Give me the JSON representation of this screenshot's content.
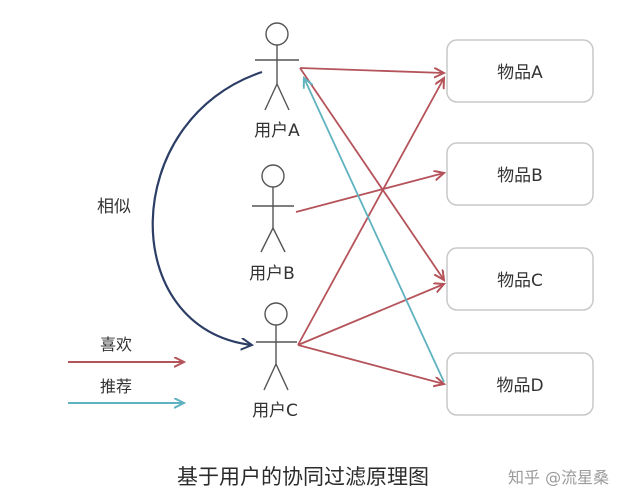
{
  "users": [
    {
      "label": "用户A"
    },
    {
      "label": "用户B"
    },
    {
      "label": "用户C"
    }
  ],
  "items": [
    {
      "label": "物品A"
    },
    {
      "label": "物品B"
    },
    {
      "label": "物品C"
    },
    {
      "label": "物品D"
    }
  ],
  "similarity_label": "相似",
  "legend": {
    "like_label": "喜欢",
    "recommend_label": "推荐"
  },
  "colors": {
    "like": "#b5535a",
    "recommend": "#5fb2bf",
    "similar": "#2c3e66"
  },
  "edges": {
    "like": [
      {
        "from": "用户A",
        "to": "物品A"
      },
      {
        "from": "用户A",
        "to": "物品C"
      },
      {
        "from": "用户B",
        "to": "物品B"
      },
      {
        "from": "用户C",
        "to": "物品A"
      },
      {
        "from": "用户C",
        "to": "物品C"
      },
      {
        "from": "用户C",
        "to": "物品D"
      }
    ],
    "recommend": [
      {
        "from": "物品D",
        "to": "用户A"
      }
    ],
    "similar": [
      {
        "from": "用户A",
        "to": "用户C"
      }
    ]
  },
  "caption": "基于用户的协同过滤原理图",
  "watermark": "知乎 @流星桑"
}
